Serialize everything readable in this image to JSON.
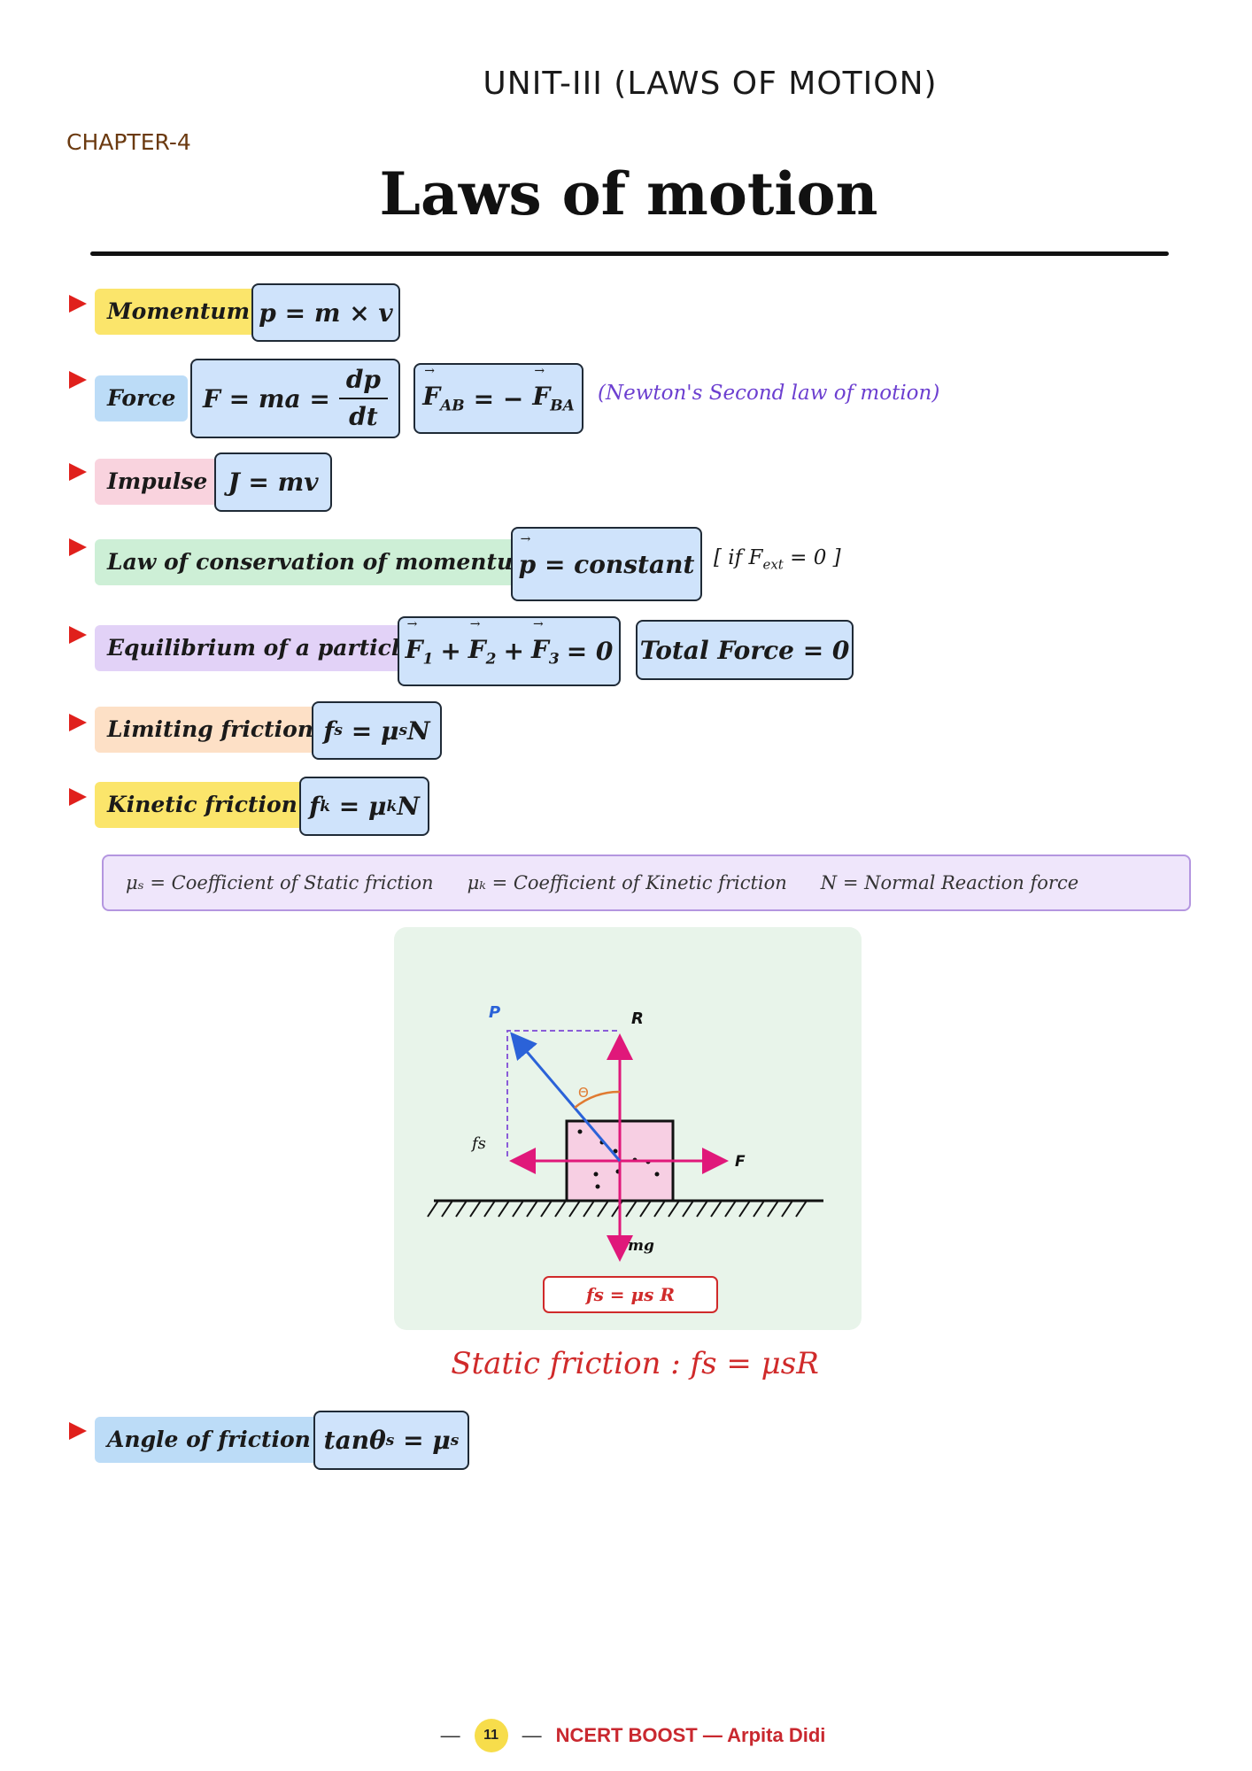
{
  "header": {
    "unit": "UNIT-III (LAWS OF MOTION)",
    "chapter": "CHAPTER-4",
    "title": "Laws of motion"
  },
  "rows": {
    "momentum": {
      "label": "Momentum",
      "formula": "p = m × v"
    },
    "force": {
      "label": "Force",
      "formula_lhs": "F = ma =",
      "frac_num": "dp",
      "frac_den": "dt",
      "third_law_a": "F",
      "third_law_a_sub": "AB",
      "third_law_eq": "= −",
      "third_law_b": "F",
      "third_law_b_sub": "BA",
      "note": "(Newton's Second law of motion)"
    },
    "impulse": {
      "label": "Impulse",
      "formula": "J = mv"
    },
    "conservation": {
      "label": "Law of conservation of momentum",
      "vec": "p",
      "formula_rest": " = constant",
      "condition_pre": "[ if F",
      "condition_sub": "ext",
      "condition_post": " = 0 ]"
    },
    "equilibrium": {
      "label": "Equilibrium of a particle",
      "f1": "F",
      "s1": "1",
      "f2": "F",
      "s2": "2",
      "f3": "F",
      "s3": "3",
      "plus": "+",
      "eq_zero": "= 0",
      "total": "Total Force = 0"
    },
    "limiting": {
      "label": "Limiting friction",
      "f": "f",
      "fsub": "s",
      "mid": " = μ",
      "musub": "s",
      "end": "N"
    },
    "kinetic": {
      "label": "Kinetic friction",
      "f": "f",
      "fsub": "k",
      "mid": " = μ",
      "musub": "k",
      "end": "N"
    },
    "angle": {
      "label": "Angle of friction",
      "pre": "tanθ",
      "presub": "s",
      "mid": " = μ",
      "musub": "s"
    }
  },
  "legend": {
    "mu_s": "μₛ = Coefficient of Static friction",
    "mu_k": "μₖ = Coefficient of Kinetic friction",
    "n": "N = Normal Reaction force"
  },
  "diagram": {
    "label_p": "P",
    "label_r": "R",
    "label_theta": "Θ",
    "label_fs": "fs",
    "label_f": "F",
    "label_mg": "mg",
    "formula": "fs = μs R"
  },
  "caption": "Static friction : fs = μsR",
  "footer": {
    "page": "11",
    "brand": "NCERT BOOST — Arpita Didi"
  },
  "colors": {
    "bullet": "#e0201c",
    "momentum": "#fbe56b",
    "force": "#bcdcf7",
    "impulse": "#f9d3de",
    "conservation": "#cdefd6",
    "equilibrium": "#e2d2f7",
    "limiting": "#fde0c6",
    "kinetic": "#fbe56b",
    "angle": "#bcdcf7",
    "formula_box": "#cfe3fb",
    "note": "#6c3fd0",
    "caption": "#d02a2a"
  }
}
